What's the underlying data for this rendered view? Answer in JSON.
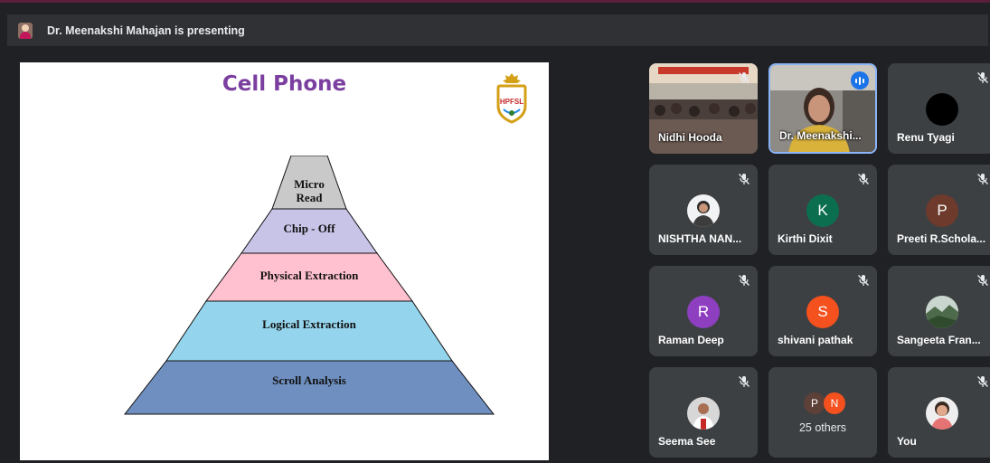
{
  "banner": {
    "presenter_text": "Dr. Meenakshi Mahajan is presenting"
  },
  "slide": {
    "title": "Cell Phone",
    "logo_text": "HPFSL",
    "pyramid": [
      {
        "label_line1": "Micro",
        "label_line2": "Read",
        "color": "#c9c9c9"
      },
      {
        "label_line1": "Chip - Off",
        "color": "#c8c4e8"
      },
      {
        "label_line1": "Physical Extraction",
        "color": "#ffc0cf"
      },
      {
        "label_line1": "Logical Extraction",
        "color": "#94d4ec"
      },
      {
        "label_line1": "Scroll Analysis",
        "color": "#6f8fc0"
      }
    ]
  },
  "participants": [
    {
      "name": "Nidhi Hooda",
      "type": "video"
    },
    {
      "name": "Dr. Meenakshi...",
      "type": "video",
      "speaking": true
    },
    {
      "name": "Renu Tyagi",
      "type": "avatar",
      "initial": "",
      "color": "#000000"
    },
    {
      "name": "NISHTHA NAN...",
      "type": "photo"
    },
    {
      "name": "Kirthi Dixit",
      "type": "avatar",
      "initial": "K",
      "color": "#0b6f4f"
    },
    {
      "name": "Preeti R.Schola...",
      "type": "avatar",
      "initial": "P",
      "color": "#6d3a2c"
    },
    {
      "name": "Raman Deep",
      "type": "avatar",
      "initial": "R",
      "color": "#8e3fc0"
    },
    {
      "name": "shivani pathak",
      "type": "avatar",
      "initial": "S",
      "color": "#f4511e"
    },
    {
      "name": "Sangeeta Fran...",
      "type": "photo"
    },
    {
      "name": "Seema See",
      "type": "photo"
    },
    {
      "name": "25 others",
      "type": "others",
      "initials": [
        "P",
        "N"
      ]
    },
    {
      "name": "You",
      "type": "photo"
    }
  ],
  "colors": {
    "speaking_border": "#8ab4f8",
    "tile_bg": "#3c4043",
    "page_bg": "#202124"
  }
}
